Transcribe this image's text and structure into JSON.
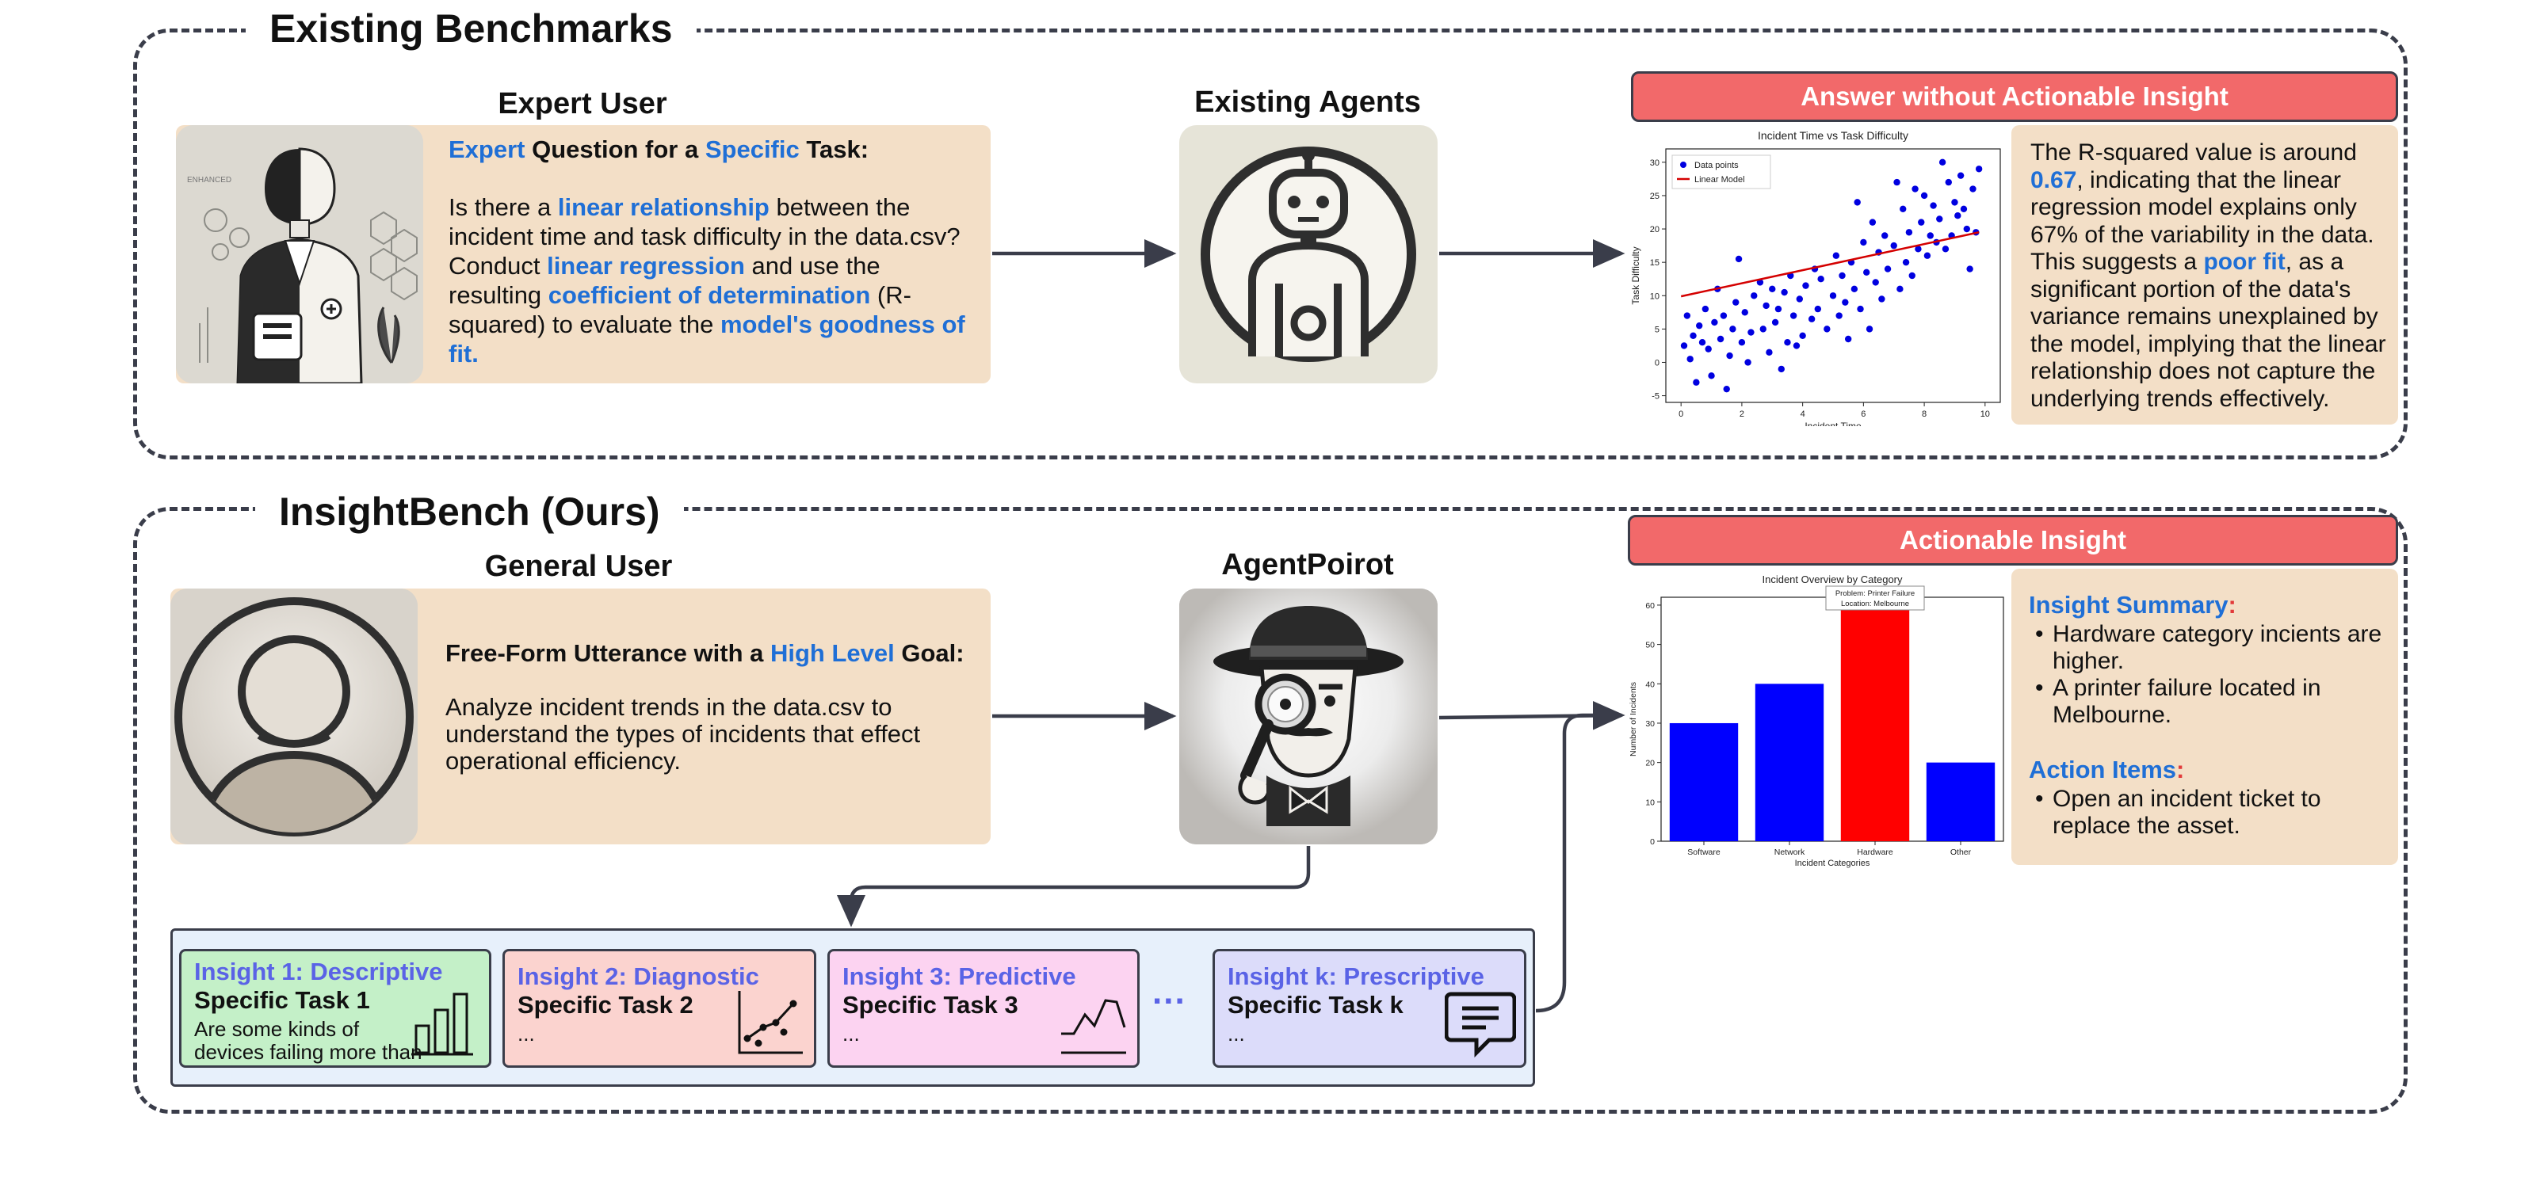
{
  "section1": {
    "title": "Existing Benchmarks",
    "expert_user_title": "Expert User",
    "agents_title": "Existing Agents",
    "question": {
      "p1": "Expert",
      "p2": " Question for a ",
      "p3": "Specific",
      "p4": " Task:",
      "l1": "Is there a ",
      "l2": "linear relationship",
      "l3": " between the incident time and task difficulty in the data.csv? Conduct ",
      "l4": "linear regression",
      "l5": " and use the resulting ",
      "l6": "coefficient of determination",
      "l7": " (R-squared) to evaluate the ",
      "l8": "model's goodness of fit."
    },
    "answer_header": "Answer without Actionable Insight",
    "answer": {
      "a1": "The R-squared value is around ",
      "a2": "0.67",
      "a3": ", indicating that the linear regression model explains only 67% of the variability in the data. This suggests a ",
      "a4": "poor fit",
      "a5": ", as a significant portion of the data's variance remains unexplained by the model, implying that the linear relationship does not capture the underlying trends effectively."
    },
    "expert_image_label": "ENHANCED"
  },
  "section2": {
    "title": "InsightBench (Ours)",
    "general_user_title": "General User",
    "agent_title": "AgentPoirot",
    "goal": {
      "g1": "Free-Form Utterance with a ",
      "g2": "High Level",
      "g3": " Goal:",
      "body": "Analyze incident trends in the data.csv to understand the types of incidents that effect operational efficiency."
    },
    "insight_header": "Actionable Insight",
    "insight_summary_title": "Insight Summary",
    "insight_summary_colon": ":",
    "insight_bullets": [
      "Hardware category incients are higher.",
      "A printer failure located in Melbourne."
    ],
    "action_items_title": "Action Items",
    "action_items_colon": ":",
    "action_bullets": [
      "Open an incident ticket to replace the asset."
    ],
    "cards": [
      {
        "title": "Insight 1: Descriptive",
        "task": "Specific Task 1",
        "body": "Are some kinds of devices failing more than others?",
        "bg": "#c4f0c8",
        "icon": "bar-chart-icon"
      },
      {
        "title": "Insight 2: Diagnostic",
        "task": "Specific Task 2",
        "body": "...",
        "bg": "#fbd3cf",
        "icon": "scatter-trend-icon"
      },
      {
        "title": "Insight 3: Predictive",
        "task": "Specific Task 3",
        "body": "...",
        "bg": "#fcd3f1",
        "icon": "line-forecast-icon"
      },
      {
        "title": "Insight k: Prescriptive",
        "task": "Specific Task k",
        "body": "...",
        "bg": "#dcdcfa",
        "icon": "message-icon"
      }
    ],
    "ellipsis": "..."
  },
  "chart_data": [
    {
      "type": "scatter",
      "title": "Incident Time vs Task Difficulty",
      "xlabel": "Incident Time",
      "ylabel": "Task Difficulty",
      "xlim": [
        -0.5,
        10.5
      ],
      "ylim": [
        -6,
        32
      ],
      "xticks": [
        0,
        2,
        4,
        6,
        8,
        10
      ],
      "yticks": [
        -5,
        0,
        5,
        10,
        15,
        20,
        25,
        30
      ],
      "legend": [
        "Data points",
        "Linear Model"
      ],
      "legend_position": "top-left",
      "points": [
        [
          0.1,
          2.5
        ],
        [
          0.2,
          7
        ],
        [
          0.3,
          0.5
        ],
        [
          0.4,
          4
        ],
        [
          0.5,
          -3
        ],
        [
          0.6,
          5.5
        ],
        [
          0.7,
          3
        ],
        [
          0.8,
          8
        ],
        [
          0.9,
          2
        ],
        [
          1.0,
          -2
        ],
        [
          1.1,
          6
        ],
        [
          1.2,
          11
        ],
        [
          1.3,
          3.5
        ],
        [
          1.4,
          7
        ],
        [
          1.5,
          -4
        ],
        [
          1.6,
          1
        ],
        [
          1.7,
          5
        ],
        [
          1.8,
          9
        ],
        [
          1.9,
          15.5
        ],
        [
          2.0,
          3
        ],
        [
          2.1,
          7.5
        ],
        [
          2.2,
          0
        ],
        [
          2.3,
          4.5
        ],
        [
          2.4,
          10
        ],
        [
          2.6,
          12
        ],
        [
          2.7,
          5
        ],
        [
          2.8,
          8.5
        ],
        [
          2.9,
          1.5
        ],
        [
          3.0,
          11
        ],
        [
          3.1,
          6
        ],
        [
          3.2,
          8
        ],
        [
          3.3,
          -1
        ],
        [
          3.4,
          10.5
        ],
        [
          3.5,
          3
        ],
        [
          3.6,
          13
        ],
        [
          3.7,
          7
        ],
        [
          3.8,
          2.5
        ],
        [
          3.9,
          9.5
        ],
        [
          4.0,
          4
        ],
        [
          4.1,
          11.5
        ],
        [
          4.3,
          6.5
        ],
        [
          4.4,
          14
        ],
        [
          4.5,
          8
        ],
        [
          4.6,
          12.5
        ],
        [
          4.8,
          5
        ],
        [
          5.0,
          10
        ],
        [
          5.1,
          16
        ],
        [
          5.2,
          7
        ],
        [
          5.3,
          13
        ],
        [
          5.4,
          9
        ],
        [
          5.5,
          3.5
        ],
        [
          5.6,
          15
        ],
        [
          5.7,
          11
        ],
        [
          5.8,
          24
        ],
        [
          5.9,
          8
        ],
        [
          6.0,
          18
        ],
        [
          6.1,
          13.5
        ],
        [
          6.2,
          5
        ],
        [
          6.3,
          21
        ],
        [
          6.4,
          12
        ],
        [
          6.5,
          16.5
        ],
        [
          6.6,
          9.5
        ],
        [
          6.7,
          19
        ],
        [
          6.8,
          14
        ],
        [
          7.0,
          17.5
        ],
        [
          7.1,
          27
        ],
        [
          7.2,
          11
        ],
        [
          7.3,
          23
        ],
        [
          7.4,
          15
        ],
        [
          7.5,
          19.5
        ],
        [
          7.6,
          13
        ],
        [
          7.7,
          26
        ],
        [
          7.8,
          17
        ],
        [
          7.9,
          21
        ],
        [
          8.0,
          25
        ],
        [
          8.1,
          16
        ],
        [
          8.2,
          19
        ],
        [
          8.3,
          23.5
        ],
        [
          8.4,
          18
        ],
        [
          8.5,
          21.5
        ],
        [
          8.6,
          30
        ],
        [
          8.7,
          17
        ],
        [
          8.8,
          27
        ],
        [
          8.9,
          19
        ],
        [
          9.0,
          24
        ],
        [
          9.1,
          22
        ],
        [
          9.2,
          28
        ],
        [
          9.3,
          23
        ],
        [
          9.4,
          20
        ],
        [
          9.5,
          14
        ],
        [
          9.6,
          26
        ],
        [
          9.7,
          19.5
        ],
        [
          9.8,
          29
        ]
      ],
      "line": {
        "x": [
          0,
          9.8
        ],
        "y": [
          9.9,
          19.5
        ]
      }
    },
    {
      "type": "bar",
      "title": "Incident Overview by Category",
      "xlabel": "Incident Categories",
      "ylabel": "Number of Incidents",
      "categories": [
        "Software",
        "Network",
        "Hardware",
        "Other"
      ],
      "values": [
        30,
        40,
        62,
        20
      ],
      "colors": [
        "#0000ff",
        "#0000ff",
        "#ff0000",
        "#0000ff"
      ],
      "ylim": [
        0,
        62
      ],
      "yticks": [
        0,
        10,
        20,
        30,
        40,
        50,
        60
      ],
      "annotation": [
        "Problem: Printer Failure",
        "Location: Melbourne"
      ]
    }
  ]
}
